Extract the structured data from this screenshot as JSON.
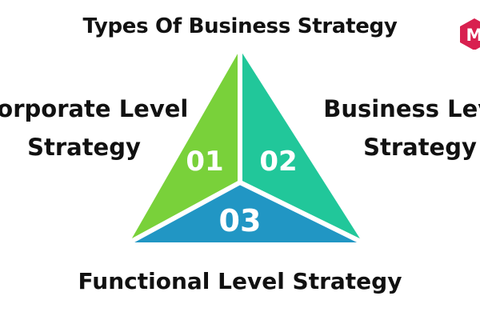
{
  "title": "Types Of Business Strategy",
  "segments": [
    {
      "number": "01",
      "label_line1": "Corporate Level",
      "label_line2": "Strategy",
      "color": "#79d13a"
    },
    {
      "number": "02",
      "label_line1": "Business Level",
      "label_line2": "Strategy",
      "color": "#21c79a"
    },
    {
      "number": "03",
      "label": "Functional Level Strategy",
      "color": "#2196c4"
    }
  ],
  "logo": {
    "glyph": "M",
    "color": "#d8204f"
  }
}
